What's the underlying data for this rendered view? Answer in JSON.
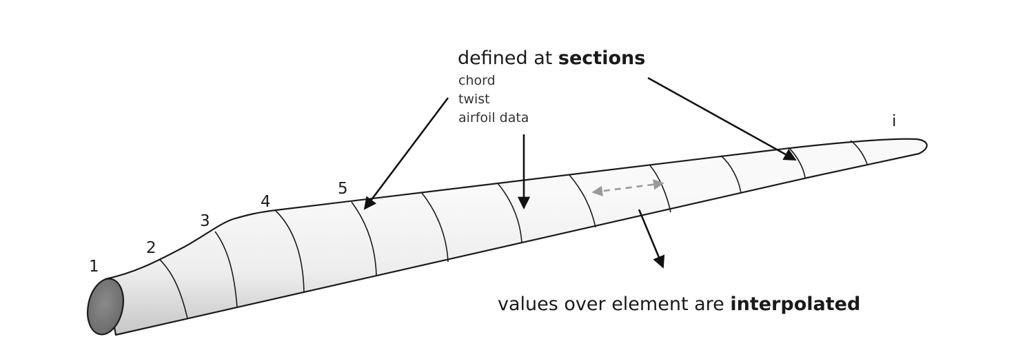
{
  "section_numbers": [
    "1",
    "2",
    "3",
    "4",
    "5",
    "i"
  ],
  "defined_caption": {
    "prefix": "defined at ",
    "emphasis": "sections"
  },
  "section_properties": [
    "chord",
    "twist",
    "airfoil data"
  ],
  "interpolated_caption": {
    "prefix": "values over element are ",
    "emphasis": "interpolated"
  },
  "colors": {
    "outline": "#1a1a1a",
    "root_face": "#7b7b7b",
    "body_light": "#f7f7f7",
    "body_shade": "#cfcfcf",
    "element_arrow": "#9a9a9a"
  }
}
